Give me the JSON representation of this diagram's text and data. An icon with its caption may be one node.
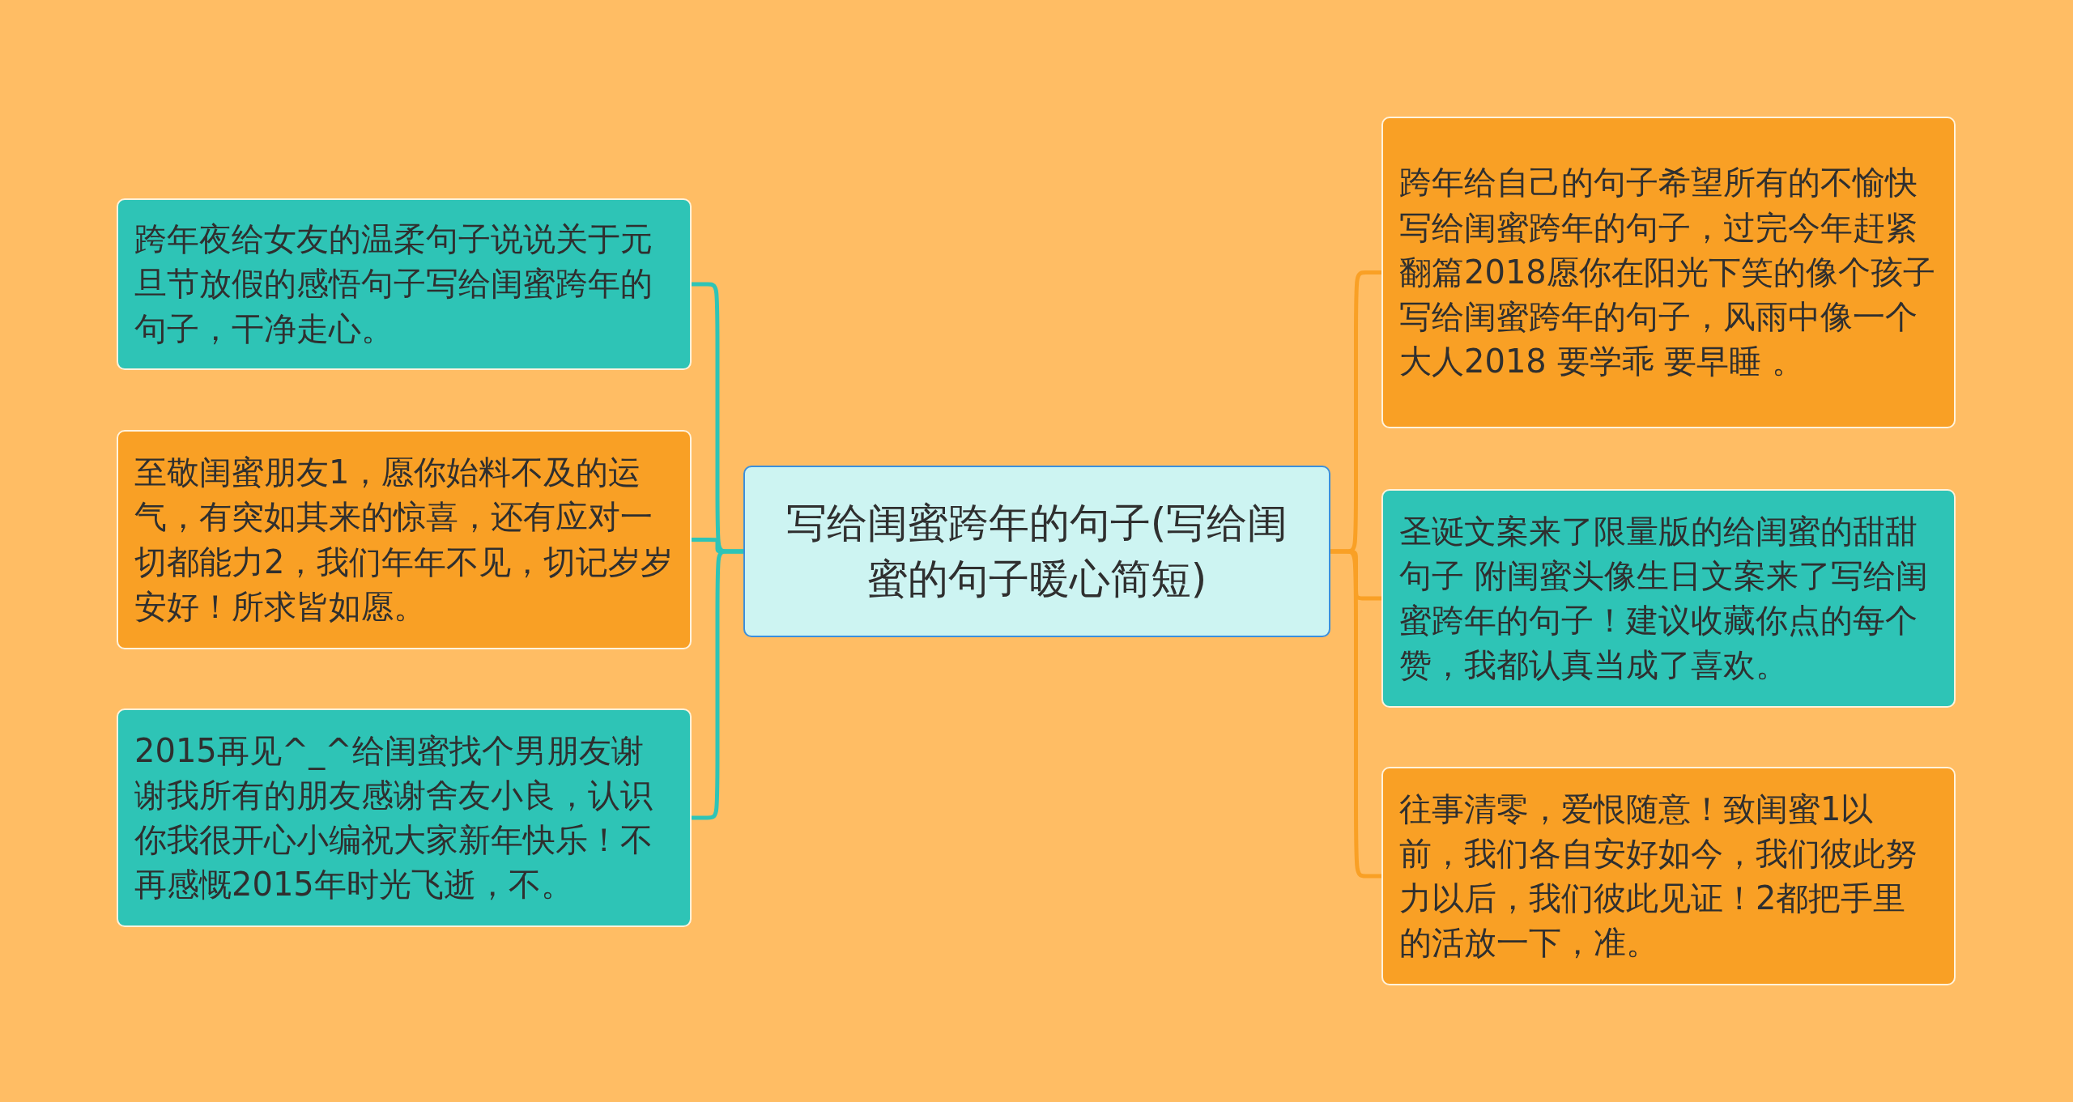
{
  "diagram": {
    "nodes": [
      {
        "text": [
          "写给闺蜜跨年的句子(写给闺蜜的句子暖心简短)"
        ]
      },
      {
        "text": [
          "跨年夜给女友的温柔句子说说关于元旦节放假的感悟句子写给闺蜜跨年的句子，干净走心。"
        ]
      },
      {
        "text": [
          "至敬闺蜜朋友1，愿你始料不及的运气，有突如其来的惊喜，还有应对一切都能力2，我们年年不见，切记岁岁安好！所求皆如愿。"
        ]
      },
      {
        "text": [
          "2015再见^_^给闺蜜找个男朋友谢谢我所有的朋友感谢舍友小良，认识你我很开心小编祝大家新年快乐！不再感慨2015年时光飞逝，不。"
        ]
      },
      {
        "text": [
          "跨年给自己的句子希望所有的不愉快写给闺蜜跨年的句子，过完今年赶紧翻篇2018愿你在阳光下笑的像个孩子写给闺蜜跨年的句子，风雨中像一个大人2018 要学乖 要早睡 。"
        ]
      },
      {
        "text": [
          "圣诞文案来了限量版的给闺蜜的甜甜句子 附闺蜜头像生日文案来了写给闺蜜跨年的句子！建议收藏你点的每个赞，我都认真当成了喜欢。"
        ]
      },
      {
        "text": [
          "往事清零，爱恨随意！致闺蜜1以前，我们各自安好如今，我们彼此努力以后，我们彼此见证！2都把手里的活放一下，准。"
        ]
      }
    ],
    "edges": [
      {
        "from": 0,
        "to": 1,
        "arrow": "none",
        "color": "#2ec4b6"
      },
      {
        "from": 0,
        "to": 2,
        "arrow": "none",
        "color": "#2ec4b6"
      },
      {
        "from": 0,
        "to": 3,
        "arrow": "none",
        "color": "#2ec4b6"
      },
      {
        "from": 0,
        "to": 4,
        "arrow": "none",
        "color": "#f9a025"
      },
      {
        "from": 0,
        "to": 5,
        "arrow": "none",
        "color": "#f9a025"
      },
      {
        "from": 0,
        "to": 6,
        "arrow": "none",
        "color": "#f9a025"
      }
    ]
  }
}
